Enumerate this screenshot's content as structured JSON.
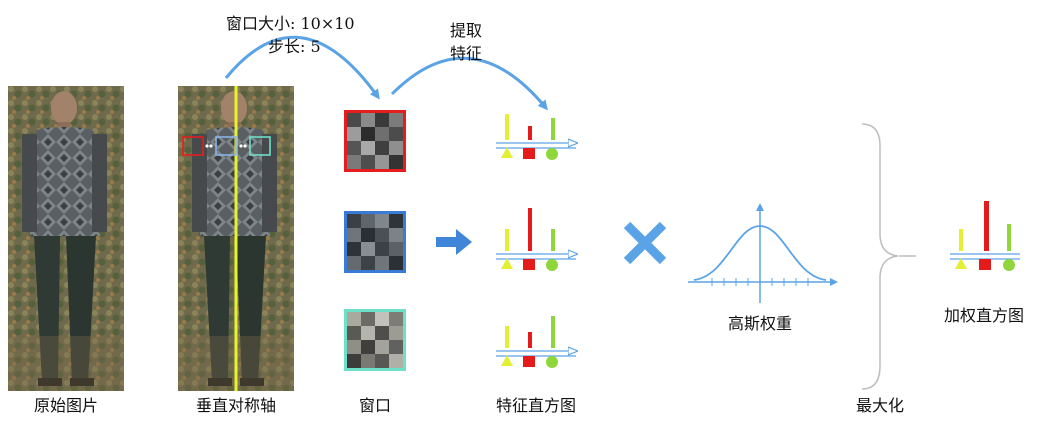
{
  "labels": {
    "original_image": "原始图片",
    "symmetry_axis": "垂直对称轴",
    "window": "窗口",
    "feature_histogram": "特征直方图",
    "maximize": "最大化",
    "gaussian_weight": "高斯权重",
    "weighted_histogram": "加权直方图"
  },
  "annotations": {
    "window_size": "窗口大小: 10×10",
    "stride": "步长: 5",
    "extract_line1": "提取",
    "extract_line2": "特征"
  },
  "colors": {
    "arrow_blue": "#5aa3e6",
    "multiply_blue": "#5aa3e6",
    "axis_yellow": "#e5f52a",
    "win_red": "#e41e1e",
    "win_blue": "#3a7bd5",
    "win_cyan": "#6fe0c8",
    "bar_yellow": "#e2ef36",
    "bar_red": "#e31b1b",
    "bar_green": "#8ed63c",
    "brace_gray": "#bdbdbd"
  },
  "icons": {
    "multiply": "cross-icon",
    "process_arrow": "right-arrow-icon",
    "triangle": "triangle-marker-icon",
    "square": "square-marker-icon",
    "circle": "circle-marker-icon"
  }
}
